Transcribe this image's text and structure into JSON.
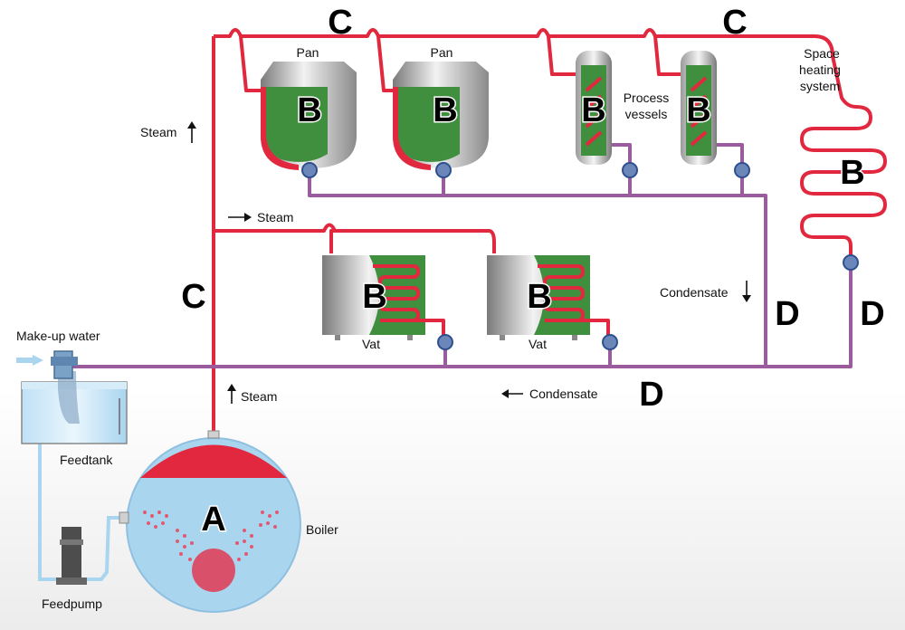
{
  "labels": {
    "pan": "Pan",
    "process_vessels_line1": "Process",
    "process_vessels_line2": "vessels",
    "space_heating_line1": "Space",
    "space_heating_line2": "heating",
    "space_heating_line3": "system",
    "steam": "Steam",
    "condensate": "Condensate",
    "vat": "Vat",
    "makeup_water": "Make-up water",
    "feedtank": "Feedtank",
    "feedpump": "Feedpump",
    "boiler": "Boiler"
  },
  "letters": {
    "a": "A",
    "b": "B",
    "c": "C",
    "d": "D"
  },
  "colors": {
    "steam_pipe": "#e1283e",
    "condensate_pipe": "#9a5c9c",
    "water_pipe": "#a9d5ef",
    "product_green": "#3f8f3f",
    "boiler_water": "#a9d5ef",
    "steam_trap": "#6b86b8"
  }
}
